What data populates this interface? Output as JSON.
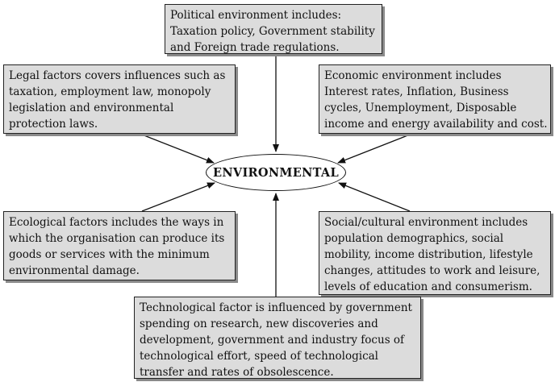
{
  "diagram": {
    "center": {
      "label": "ENVIRONMENTAL"
    },
    "boxes": {
      "political": {
        "lines": [
          "Political environment includes:",
          "Taxation policy, Government stability",
          "and Foreign trade regulations."
        ]
      },
      "legal": {
        "lines": [
          "Legal factors covers influences such as",
          "taxation, employment law, monopoly",
          "legislation and environmental",
          "protection laws."
        ]
      },
      "economic": {
        "lines": [
          "Economic environment includes",
          "Interest rates, Inflation, Business",
          "cycles, Unemployment, Disposable",
          "income and energy availability and cost."
        ]
      },
      "ecological": {
        "lines": [
          "Ecological factors includes the ways in",
          "which the organisation can produce its",
          "goods or services with the minimum",
          "environmental damage."
        ]
      },
      "social": {
        "lines": [
          "Social/cultural environment includes",
          "population demographics, social",
          "mobility, income distribution, lifestyle",
          "changes, attitudes to work and leisure,",
          "levels of education and consumerism."
        ]
      },
      "technological": {
        "lines": [
          "Technological factor  is influenced by government",
          "spending on research, new discoveries and",
          "development, government and industry focus of",
          "technological effort, speed of technological",
          "transfer and rates of obsolescence."
        ]
      }
    }
  }
}
